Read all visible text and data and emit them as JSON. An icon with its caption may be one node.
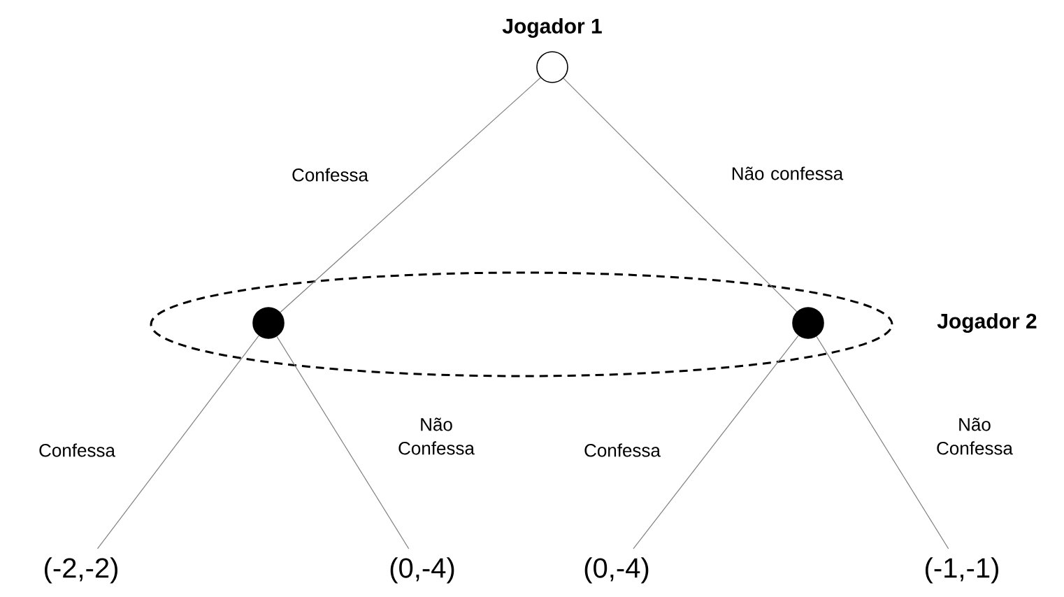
{
  "diagram": {
    "nodes": [
      {
        "text": [
          "Jogador 1"
        ]
      },
      {
        "text": [
          "Jogador 2"
        ]
      },
      {
        "text": [],
        "shape": "circle",
        "in": 1
      },
      {
        "text": [],
        "shape": "circle",
        "in": 1
      },
      {
        "text": [
          "(-2,-2)"
        ]
      },
      {
        "text": [
          "(0,-4)"
        ]
      },
      {
        "text": [
          "(0,-4)"
        ]
      },
      {
        "text": [
          "(-1,-1)"
        ]
      }
    ],
    "edges": [
      {
        "from": 0,
        "to": 2,
        "arrow": "none",
        "label": "Confessa"
      },
      {
        "from": 0,
        "to": 3,
        "arrow": "none",
        "label": "Não confessa"
      },
      {
        "from": 2,
        "to": 4,
        "arrow": "none",
        "label": "Confessa"
      },
      {
        "from": 2,
        "to": 5,
        "arrow": "none",
        "label": "Não Confessa"
      },
      {
        "from": 3,
        "to": 6,
        "arrow": "none",
        "label": "Confessa"
      },
      {
        "from": 3,
        "to": 7,
        "arrow": "none",
        "label": "Não Confessa"
      }
    ]
  }
}
